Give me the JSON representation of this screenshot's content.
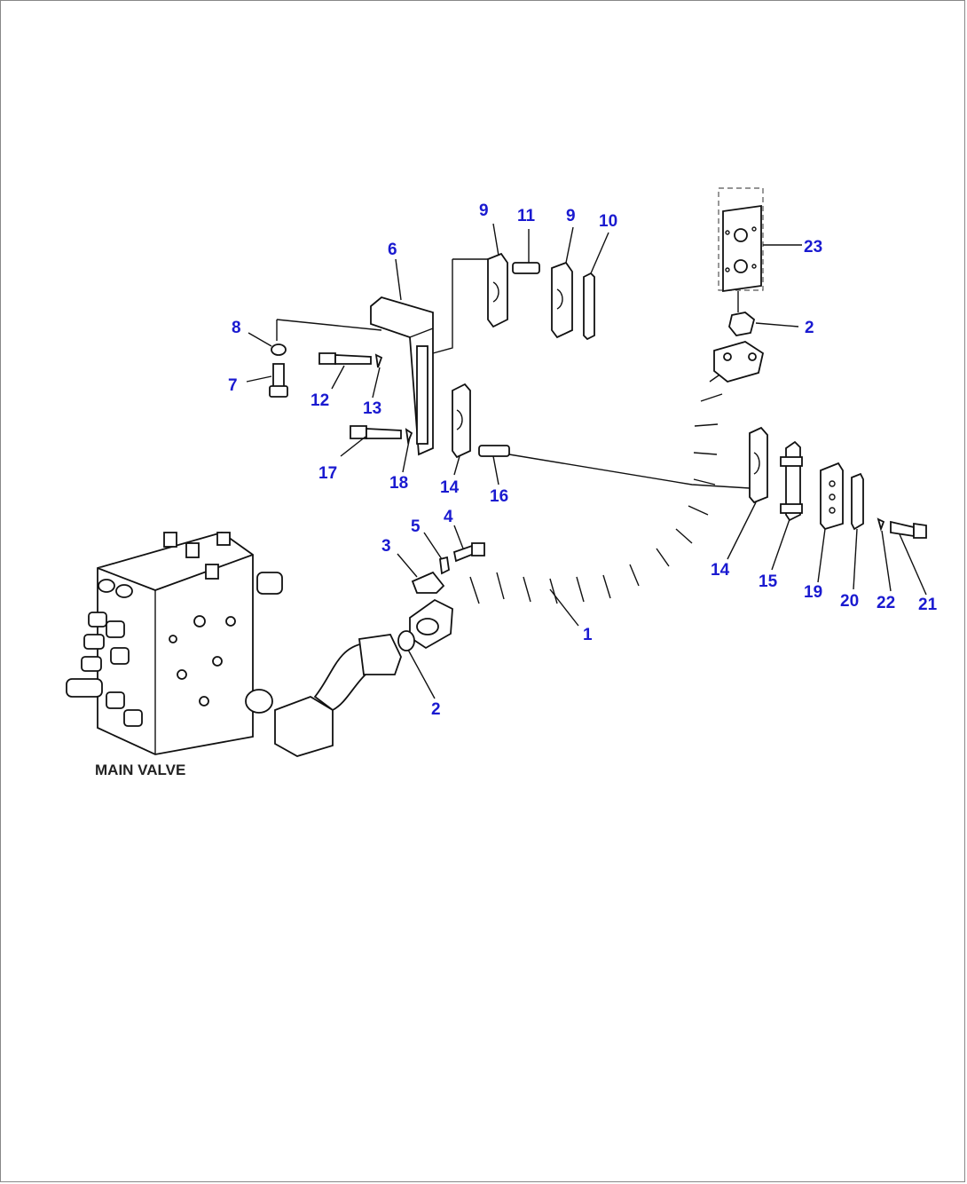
{
  "diagram": {
    "caption": "MAIN VALVE",
    "callouts": [
      "1",
      "2",
      "2",
      "3",
      "4",
      "5",
      "6",
      "7",
      "8",
      "9",
      "9",
      "10",
      "11",
      "12",
      "13",
      "14",
      "14",
      "15",
      "16",
      "17",
      "18",
      "19",
      "20",
      "21",
      "22",
      "23"
    ]
  }
}
